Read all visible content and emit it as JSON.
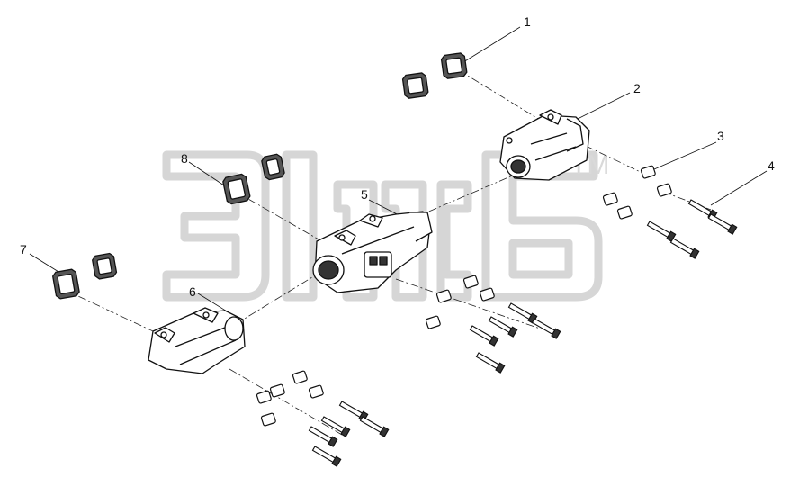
{
  "watermark": {
    "trademark": "TM",
    "color": "#d9d9d9"
  },
  "callouts": [
    {
      "id": "1",
      "label": "1"
    },
    {
      "id": "2",
      "label": "2"
    },
    {
      "id": "3",
      "label": "3"
    },
    {
      "id": "4",
      "label": "4"
    },
    {
      "id": "5",
      "label": "5"
    },
    {
      "id": "6",
      "label": "6"
    },
    {
      "id": "7",
      "label": "7"
    },
    {
      "id": "8",
      "label": "8"
    }
  ],
  "parts": [
    {
      "ref": "1",
      "name": "gasket-icon"
    },
    {
      "ref": "2",
      "name": "manifold-section-icon"
    },
    {
      "ref": "3",
      "name": "spacer-sleeve-icon"
    },
    {
      "ref": "4",
      "name": "bolt-icon"
    },
    {
      "ref": "5",
      "name": "manifold-section-icon"
    },
    {
      "ref": "6",
      "name": "manifold-section-icon"
    },
    {
      "ref": "7",
      "name": "gasket-icon"
    },
    {
      "ref": "8",
      "name": "gasket-icon"
    }
  ]
}
